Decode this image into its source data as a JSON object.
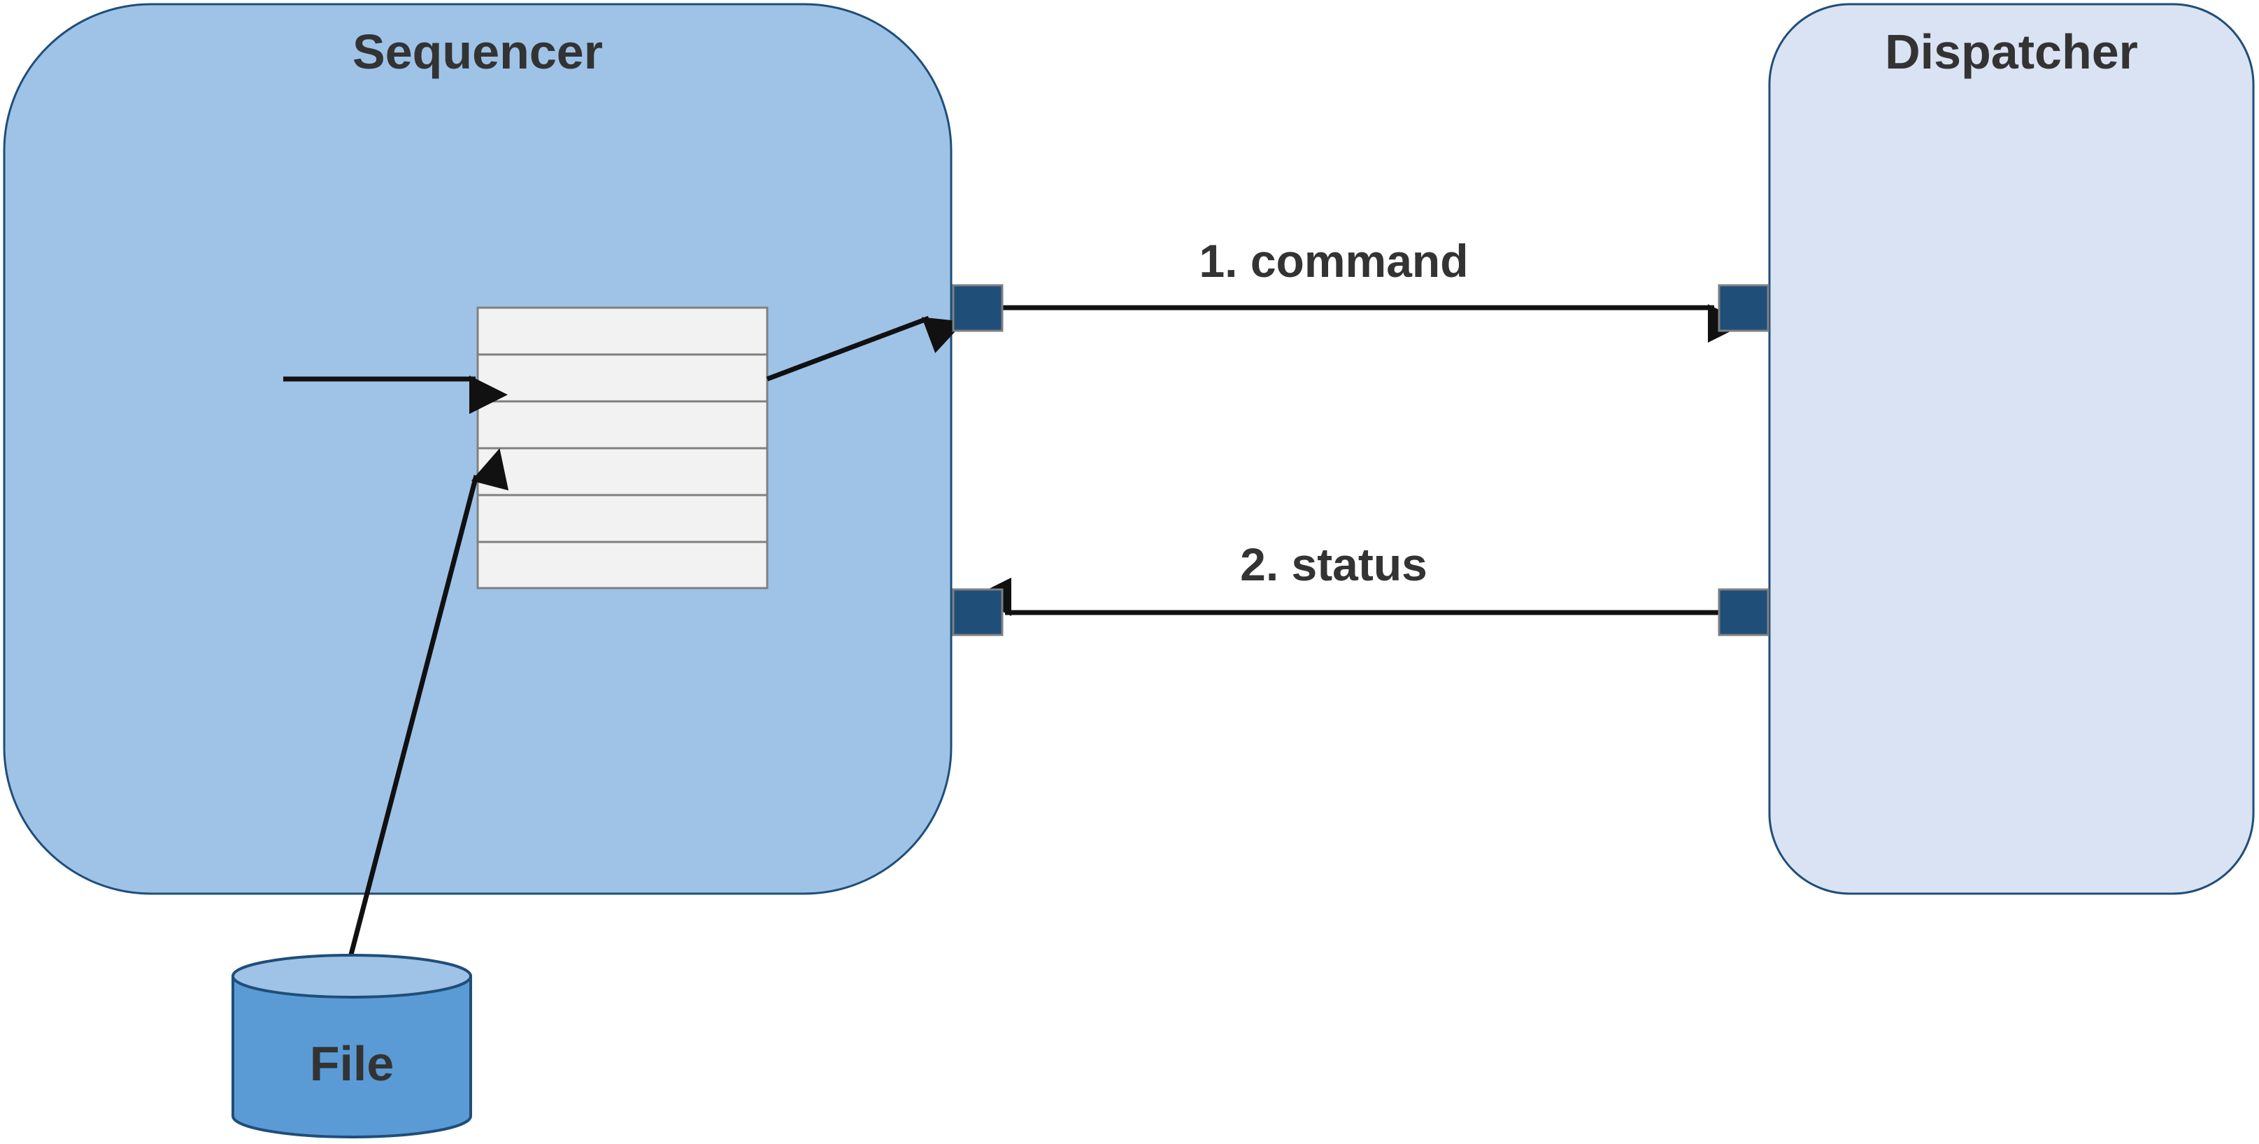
{
  "sequencer": {
    "title": "Sequencer",
    "queue_rows": 6
  },
  "dispatcher": {
    "title": "Dispatcher"
  },
  "file": {
    "label": "File"
  },
  "messages": {
    "command_label": "1. command",
    "status_label": "2. status"
  },
  "colors": {
    "sequencer_fill": "#9fc3e7",
    "dispatcher_fill": "#dae3f3",
    "container_stroke": "#1f4e79",
    "port_fill": "#1f4e79",
    "queue_fill": "#f2f2f2",
    "queue_stroke": "#808080",
    "file_fill": "#5b9bd5",
    "file_top_fill": "#9fc3e7",
    "text": "#333333",
    "arrow": "#111111"
  }
}
